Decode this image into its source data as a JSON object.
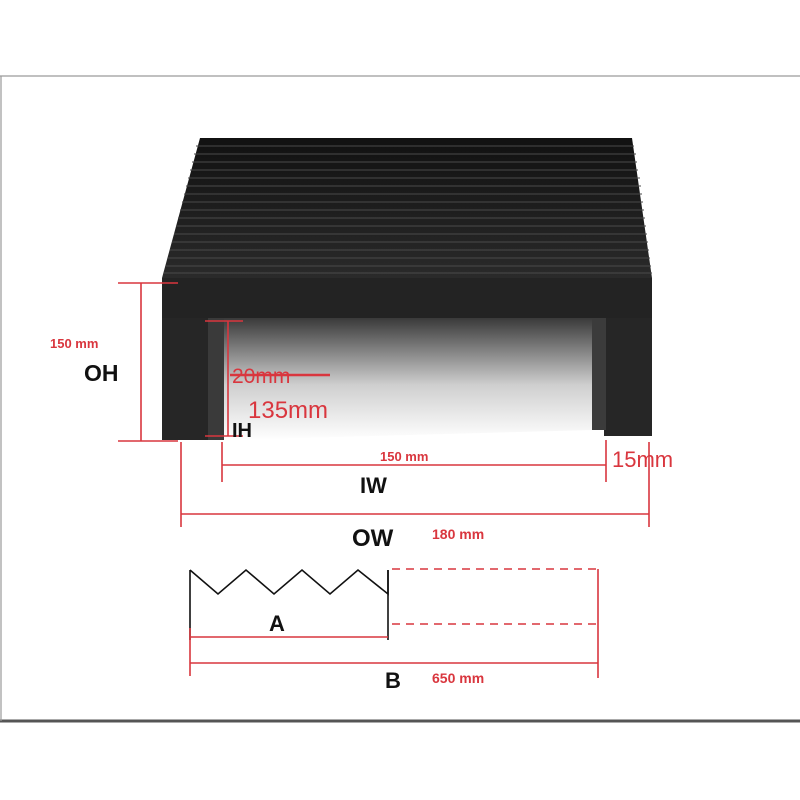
{
  "colors": {
    "dimension_red": "#d9363e",
    "bellows_dark": "#1e1e1e",
    "frame_line": "#555555"
  },
  "labels": {
    "oh_value": "150 mm",
    "oh_label": "OH",
    "ih_old_value": "20mm",
    "ih_value": "135mm",
    "ih_label": "IH",
    "iw_value": "150 mm",
    "iw_side_value": "15mm",
    "iw_label": "IW",
    "ow_label": "OW",
    "ow_value": "180 mm",
    "a_label": "A",
    "b_label": "B",
    "b_value": "650 mm"
  }
}
